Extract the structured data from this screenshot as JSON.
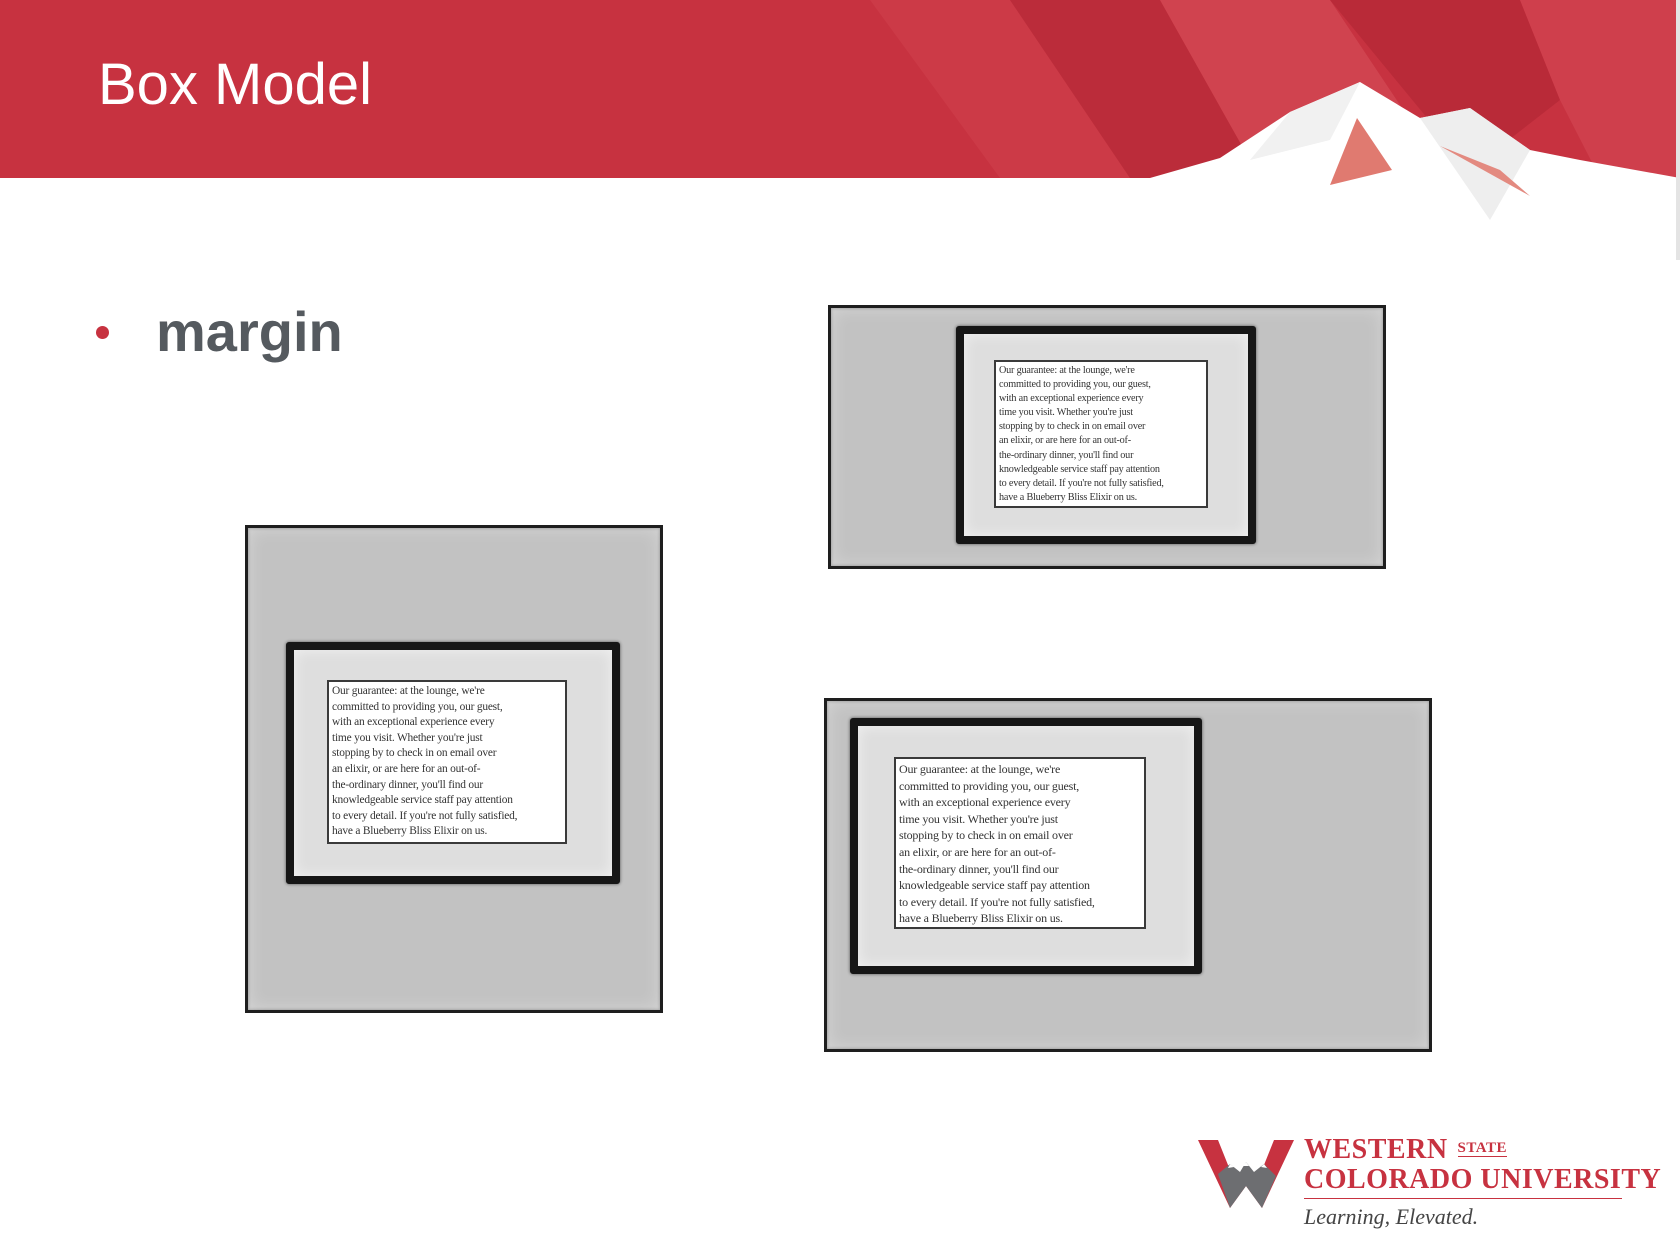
{
  "slide": {
    "title": "Box Model",
    "bullets": [
      {
        "text": "margin"
      }
    ]
  },
  "sketch_text": {
    "lines": [
      "Our guarantee: at the lounge, we're",
      "committed to providing you, our guest,",
      "with an exceptional experience every",
      "time you visit. Whether you're just",
      "stopping by to check in on email over",
      "an elixir, or are here for an out-of-",
      "the-ordinary dinner, you'll find our",
      "knowledgeable service staff pay attention",
      "to every detail. If you're not fully satisfied,",
      "have a Blueberry Bliss Elixir on us."
    ]
  },
  "logo": {
    "line1": "WESTERN",
    "state": "STATE",
    "line2": "COLORADO UNIVERSITY",
    "tagline": "Learning, Elevated."
  },
  "colors": {
    "brand_red": "#c73240",
    "bullet_text": "#555a5f",
    "margin_gray": "#c2c2c2"
  }
}
